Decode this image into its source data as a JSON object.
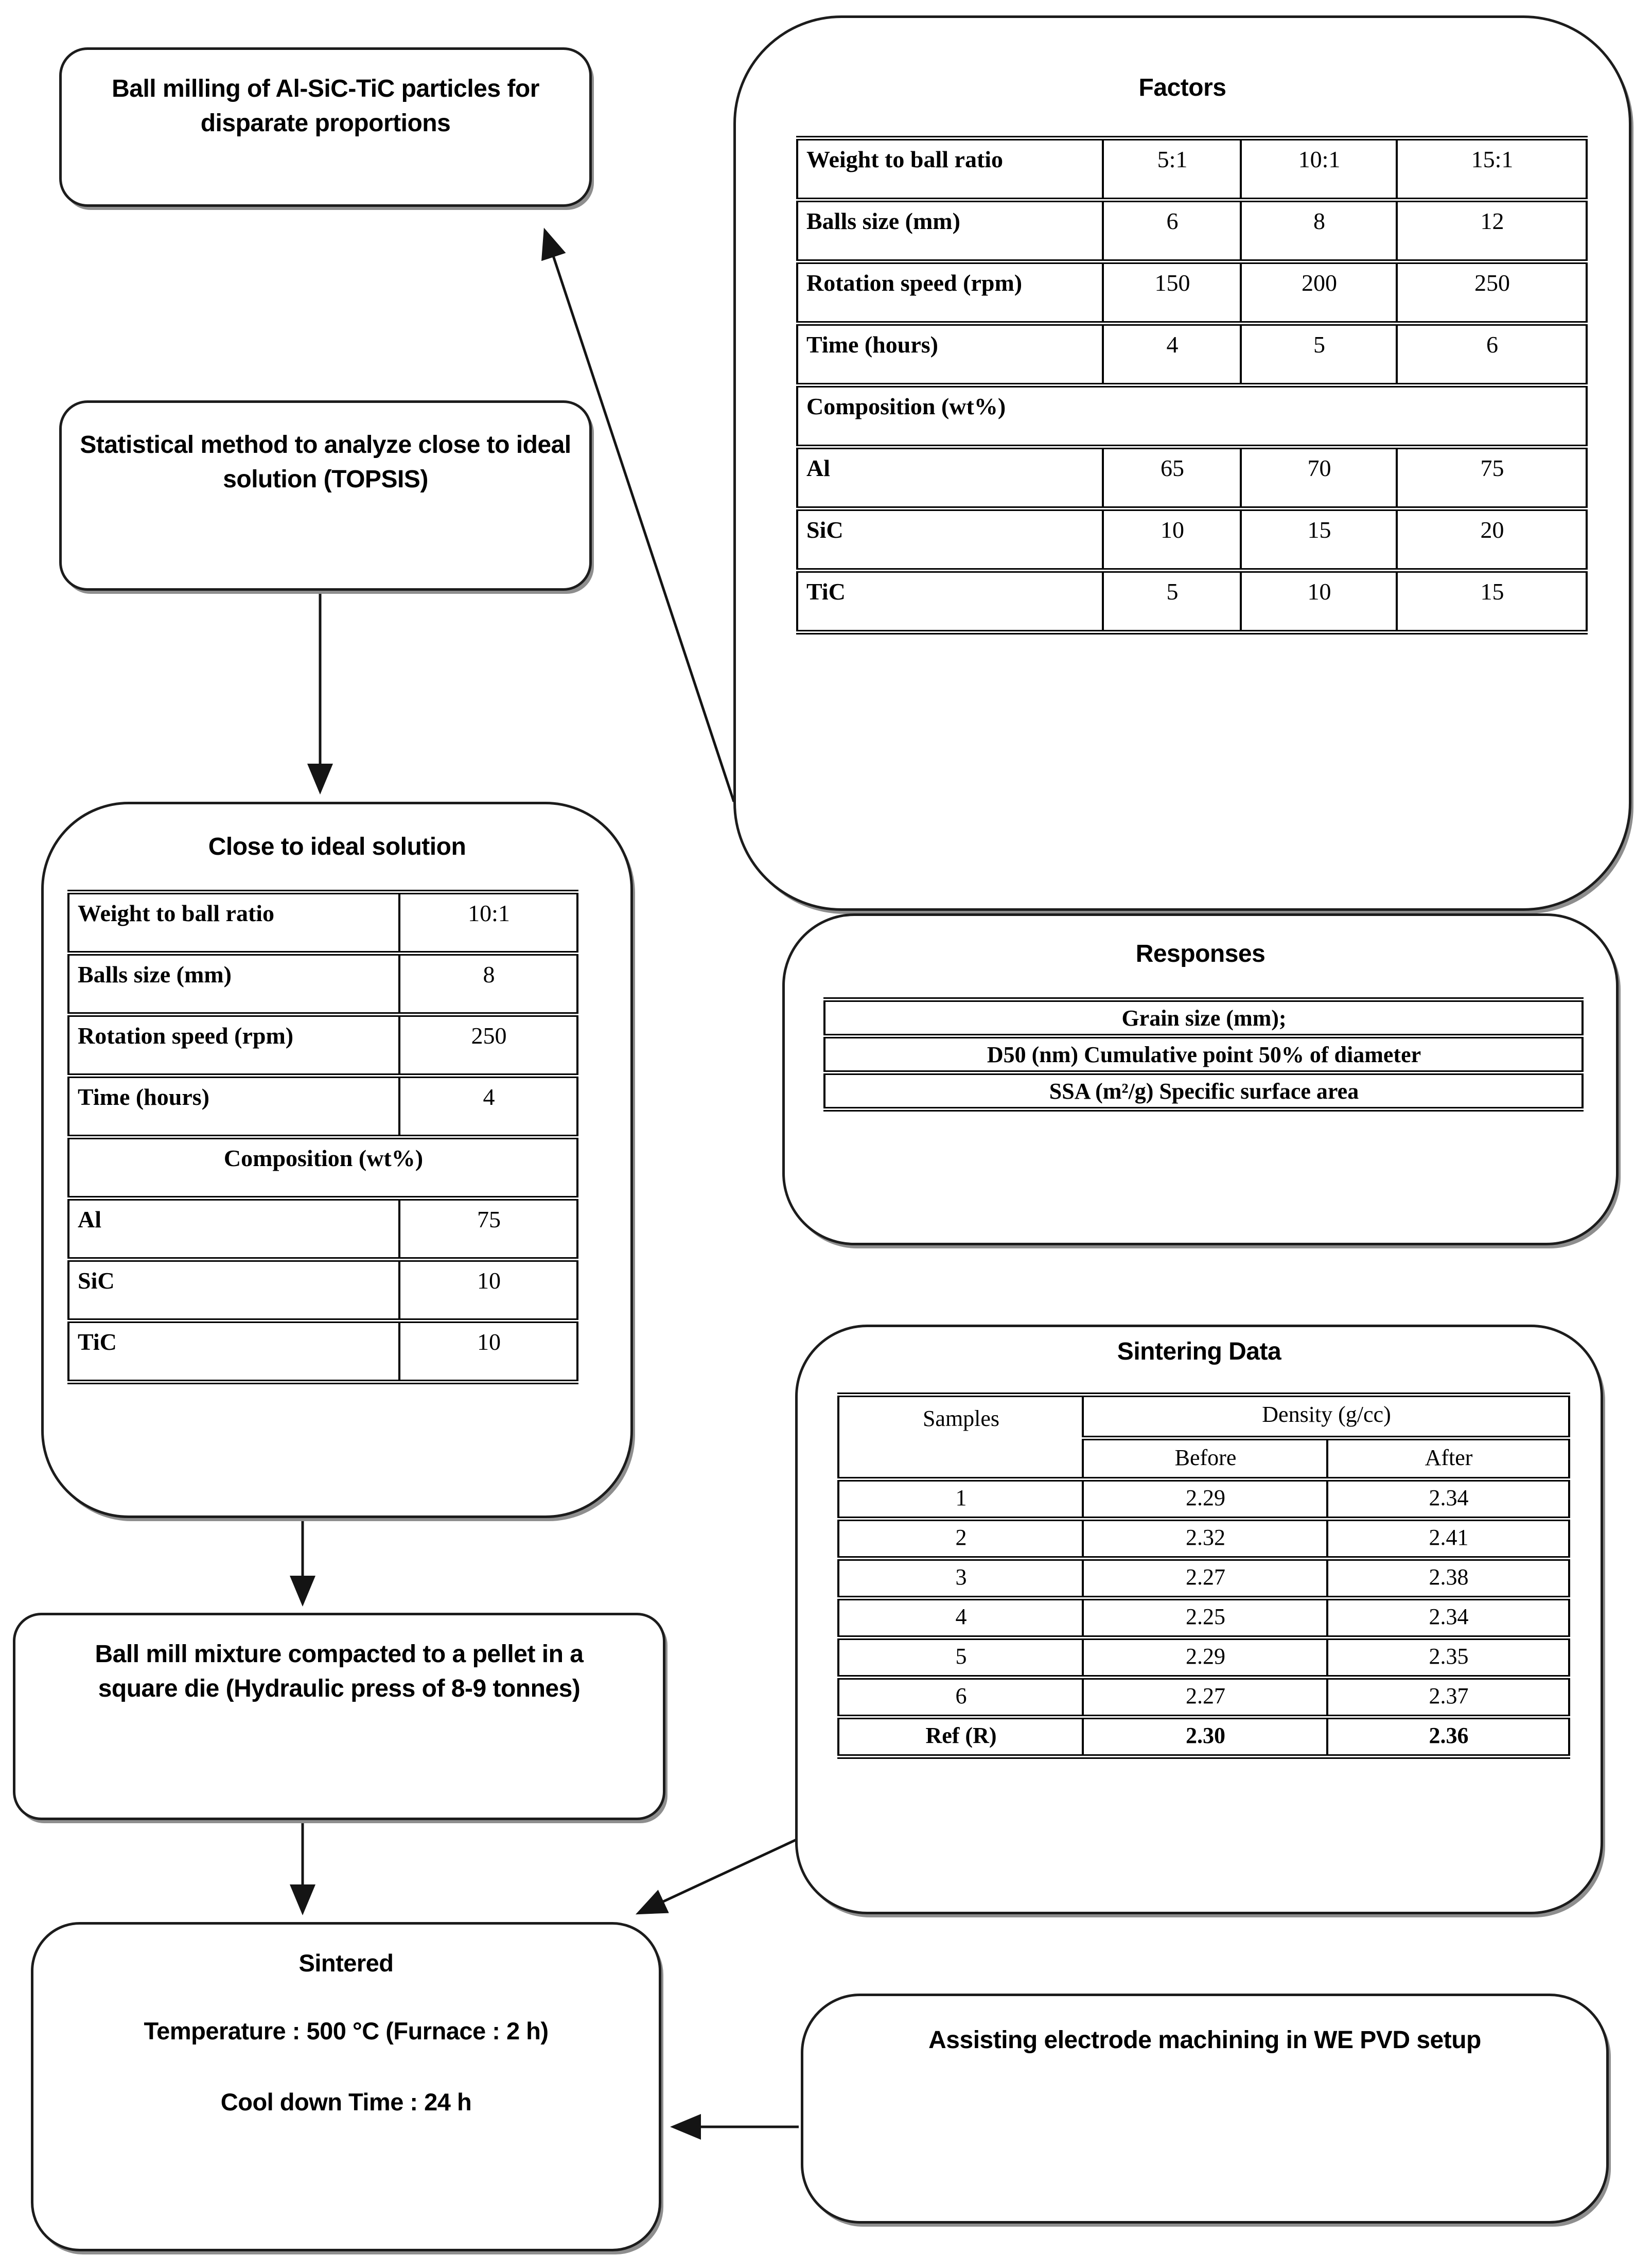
{
  "boxes": {
    "ball_milling": {
      "label": "Ball milling of Al-SiC-TiC particles for disparate proportions"
    },
    "statistical": {
      "label": "Statistical method to analyze close to ideal solution (TOPSIS)"
    },
    "mixture": {
      "label": "Ball mill mixture compacted to a pellet in a square die (Hydraulic press of 8-9 tonnes)"
    },
    "sintered": {
      "title": "Sintered",
      "temperature_line": "Temperature : 500 °C (Furnace : 2 h)",
      "cooldown_line": "Cool down Time : 24 h"
    },
    "assisting": {
      "label": "Assisting electrode machining in WE PVD setup"
    }
  },
  "factors": {
    "title": "Factors",
    "rows": [
      {
        "label": "Weight to ball ratio",
        "values": [
          "5:1",
          "10:1",
          "15:1"
        ]
      },
      {
        "label": "Balls size (mm)",
        "values": [
          "6",
          "8",
          "12"
        ]
      },
      {
        "label": "Rotation speed (rpm)",
        "values": [
          "150",
          "200",
          "250"
        ]
      },
      {
        "label": "Time (hours)",
        "values": [
          "4",
          "5",
          "6"
        ]
      },
      {
        "label": "Composition (wt%)"
      },
      {
        "label": "Al",
        "values": [
          "65",
          "70",
          "75"
        ]
      },
      {
        "label": "SiC",
        "values": [
          "10",
          "15",
          "20"
        ]
      },
      {
        "label": "TiC",
        "values": [
          "5",
          "10",
          "15"
        ]
      }
    ]
  },
  "close_ideal": {
    "title": "Close to ideal solution",
    "rows": [
      {
        "label": "Weight to ball ratio",
        "value": "10:1"
      },
      {
        "label": "Balls size (mm)",
        "value": "8"
      },
      {
        "label": "Rotation speed (rpm)",
        "value": "250"
      },
      {
        "label": "Time (hours)",
        "value": "4"
      },
      {
        "label": "Composition (wt%)"
      },
      {
        "label": "Al",
        "value": "75"
      },
      {
        "label": "SiC",
        "value": "10"
      },
      {
        "label": "TiC",
        "value": "10"
      }
    ]
  },
  "responses": {
    "title": "Responses",
    "rows": [
      "Grain size (mm);",
      "D50 (nm) Cumulative point 50% of diameter",
      "SSA (m²/g) Specific surface area"
    ]
  },
  "sintering": {
    "title": "Sintering Data",
    "col_samples": "Samples",
    "col_density": "Density (g/cc)",
    "col_before": "Before",
    "col_after": "After",
    "rows": [
      {
        "sample": "1",
        "before": "2.29",
        "after": "2.34"
      },
      {
        "sample": "2",
        "before": "2.32",
        "after": "2.41"
      },
      {
        "sample": "3",
        "before": "2.27",
        "after": "2.38"
      },
      {
        "sample": "4",
        "before": "2.25",
        "after": "2.34"
      },
      {
        "sample": "5",
        "before": "2.29",
        "after": "2.35"
      },
      {
        "sample": "6",
        "before": "2.27",
        "after": "2.37"
      },
      {
        "sample": "Ref (R)",
        "before": "2.30",
        "after": "2.36"
      }
    ]
  }
}
